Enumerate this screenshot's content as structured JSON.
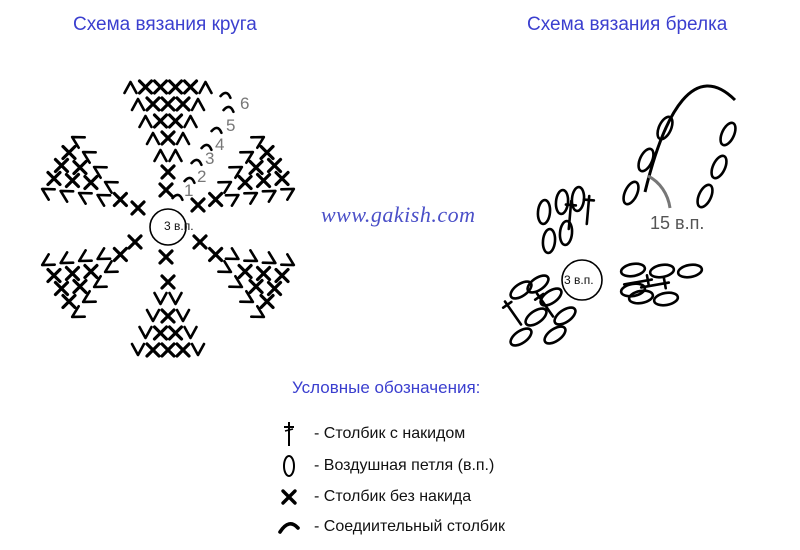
{
  "titles": {
    "circle": "Схема вязания круга",
    "keychain": "Схема вязания брелка"
  },
  "watermark": "www.gakish.com",
  "circle_diagram": {
    "center_label": "3 в.п.",
    "row_numbers": [
      "1",
      "2",
      "3",
      "4",
      "5",
      "6"
    ]
  },
  "keychain_diagram": {
    "center_label": "3 в.п.",
    "chain_label": "15 в.п."
  },
  "legend": {
    "title": "Условные обозначения:",
    "items": [
      {
        "icon": "double-crochet-icon",
        "label": "- Столбик с накидом"
      },
      {
        "icon": "chain-stitch-icon",
        "label": "- Воздушная петля (в.п.)"
      },
      {
        "icon": "single-crochet-icon",
        "label": "- Столбик без накида"
      },
      {
        "icon": "slip-stitch-icon",
        "label": "- Соедиительный столбик"
      }
    ]
  },
  "colors": {
    "title_blue": "#3b3fcf",
    "symbol_black": "#000000",
    "row_number_gray": "#777777"
  }
}
